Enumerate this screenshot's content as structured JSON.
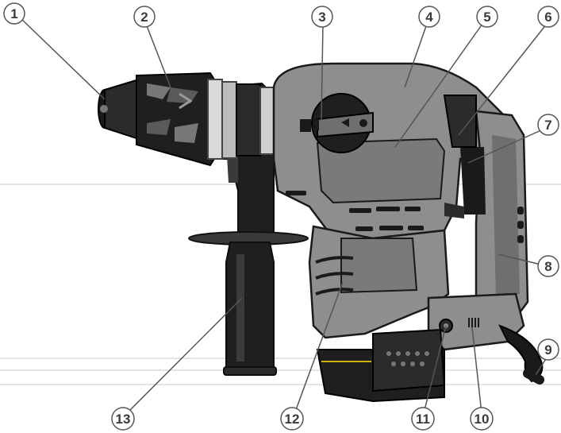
{
  "callouts": [
    {
      "id": 1,
      "label": "1"
    },
    {
      "id": 2,
      "label": "2"
    },
    {
      "id": 3,
      "label": "3"
    },
    {
      "id": 4,
      "label": "4"
    },
    {
      "id": 5,
      "label": "5"
    },
    {
      "id": 6,
      "label": "6"
    },
    {
      "id": 7,
      "label": "7"
    },
    {
      "id": 8,
      "label": "8"
    },
    {
      "id": 9,
      "label": "9"
    },
    {
      "id": 10,
      "label": "10"
    },
    {
      "id": 11,
      "label": "11"
    },
    {
      "id": 12,
      "label": "12"
    },
    {
      "id": 13,
      "label": "13"
    }
  ],
  "colors": {
    "body_gray": "#8e8e8e",
    "dark": "#2b2b2b",
    "black": "#1a1a1a",
    "light_gray": "#c8c8c8",
    "accent_yellow": "#c9b400",
    "leader_line": "#555555"
  }
}
